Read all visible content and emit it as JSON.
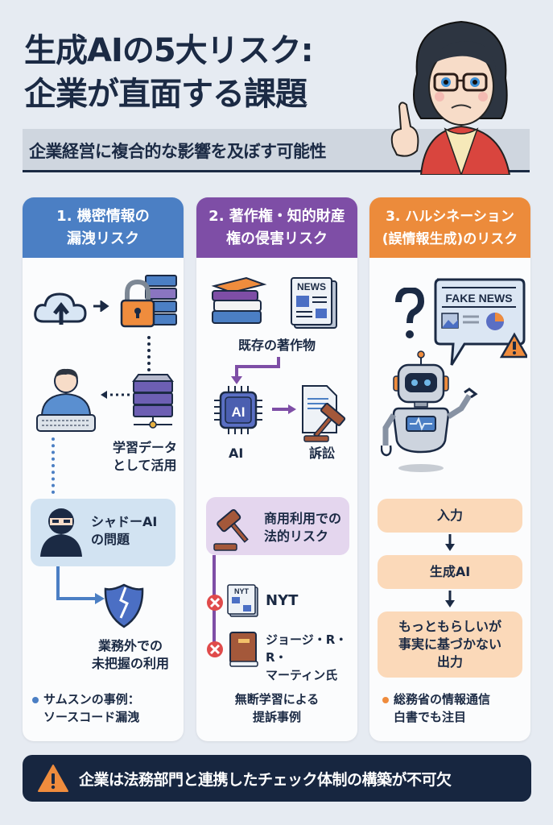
{
  "header": {
    "title_line1": "生成AIの5大リスク:",
    "title_line2": "企業が直面する課題",
    "subtitle": "企業経営に複合的な影響を及ぼす可能性"
  },
  "colors": {
    "background": "#e6ebf2",
    "navy": "#1b2a44",
    "card1_accent": "#4b7fc4",
    "card2_accent": "#7e4ea6",
    "card3_accent": "#ec8b3b",
    "footer_bg": "#172640"
  },
  "cards": [
    {
      "title_line1": "1. 機密情報の",
      "title_line2": "漏洩リスク",
      "icons": [
        "cloud-upload-icon",
        "padlock-icon",
        "server-stack-icon",
        "user-typing-icon",
        "database-server-icon",
        "hacker-icon",
        "broken-shield-icon"
      ],
      "training_label_line1": "学習データ",
      "training_label_line2": "として活用",
      "shadow_ai_line1": "シャドーAI",
      "shadow_ai_line2": "の問題",
      "unmanaged_line1": "業務外での",
      "unmanaged_line2": "未把握の利用",
      "bullet_line1": "サムスンの事例：",
      "bullet_line2": "ソースコード漏洩"
    },
    {
      "title_line1": "2. 著作権・知的財産",
      "title_line2": "権の侵害リスク",
      "icons": [
        "books-icon",
        "newspaper-icon",
        "ai-chip-icon",
        "lawsuit-document-icon",
        "gavel-icon",
        "error-x-icon",
        "book-icon"
      ],
      "news_label": "NEWS",
      "existing_works": "既存の著作物",
      "ai_label": "AI",
      "lawsuit_label": "訴訟",
      "commercial_line1": "商用利用での",
      "commercial_line2": "法的リスク",
      "cases": [
        {
          "icon_text": "NYT",
          "label_line1": "NYT",
          "label_line2": ""
        },
        {
          "icon_text": "",
          "label_line1": "ジョージ・R・R・",
          "label_line2": "マーティン氏"
        }
      ],
      "footer_line1": "無断学習による",
      "footer_line2": "提訴事例"
    },
    {
      "title_line1": "3. ハルシネーション",
      "title_line2": "(誤情報生成)のリスク",
      "icons": [
        "question-mark-icon",
        "fake-news-bubble-icon",
        "warning-triangle-icon",
        "robot-icon",
        "arrow-down-icon"
      ],
      "fake_news_label": "FAKE NEWS",
      "flow": [
        {
          "line1": "入力"
        },
        {
          "line1": "生成AI"
        },
        {
          "line1": "もっともらしいが",
          "line2": "事実に基づかない",
          "line3": "出力"
        }
      ],
      "bullet_line1": "総務省の情報通信",
      "bullet_line2": "白書でも注目"
    }
  ],
  "footer": {
    "icon": "warning-triangle-icon",
    "text": "企業は法務部門と連携したチェック体制の構築が不可欠"
  }
}
